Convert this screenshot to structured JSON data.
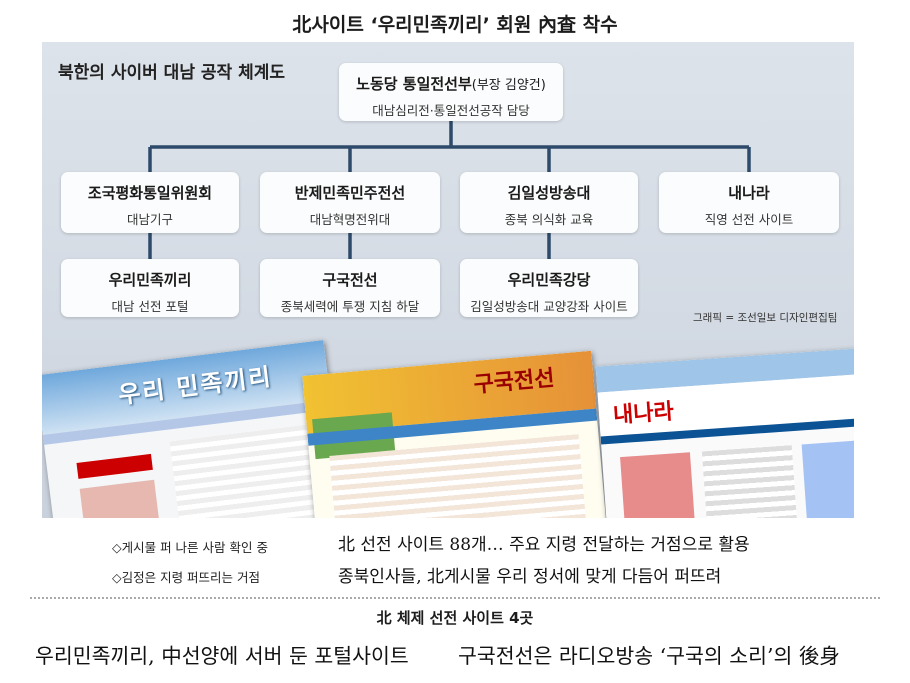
{
  "title": "北사이트 ‘우리민족끼리’ 회원 內査 착수",
  "panel_title": "북한의 사이버 대남 공작 체계도",
  "root": {
    "name": "노동당 통일전선부",
    "name_sub": "(부장 김양건)",
    "desc": "대남심리전·통일전선공작 담당"
  },
  "level1": [
    {
      "name": "조국평화통일위원회",
      "desc": "대남기구"
    },
    {
      "name": "반제민족민주전선",
      "desc": "대남혁명전위대"
    },
    {
      "name": "김일성방송대",
      "desc": "종북 의식화 교육"
    },
    {
      "name": "내나라",
      "desc": "직영 선전 사이트"
    }
  ],
  "level2": [
    {
      "name": "우리민족끼리",
      "desc": "대남 선전 포털"
    },
    {
      "name": "구국전선",
      "desc": "종북세력에 투쟁 지침 하달"
    },
    {
      "name": "우리민족강당",
      "desc": "김일성방송대 교양강좌 사이트"
    }
  ],
  "credit": "그래픽 = 조선일보 디자인편집팀",
  "screenshots": {
    "uriminzok": {
      "logo": "우리 민족끼리"
    },
    "gukukjeonseon": {
      "logo": "구국전선"
    },
    "naenara": {
      "logo": "내나라"
    }
  },
  "bullets": [
    "◇게시물 퍼 나른 사람 확인 중",
    "◇김정은 지령 퍼뜨리는 거점"
  ],
  "captions": [
    "北 선전 사이트 88개… 주요 지령 전달하는 거점으로 활용",
    "종북인사들, 北게시물 우리 정서에 맞게 다듬어 퍼뜨려"
  ],
  "section_title": "北 체제 선전 사이트 4곳",
  "bottom": [
    "우리민족끼리, 中선양에 서버 둔 포털사이트",
    "구국전선은 라디오방송 ‘구국의 소리’의 後身"
  ],
  "colors": {
    "connector": "#2e4a6b",
    "panel": "#d4dbe4",
    "box": "#fbfcfd"
  }
}
